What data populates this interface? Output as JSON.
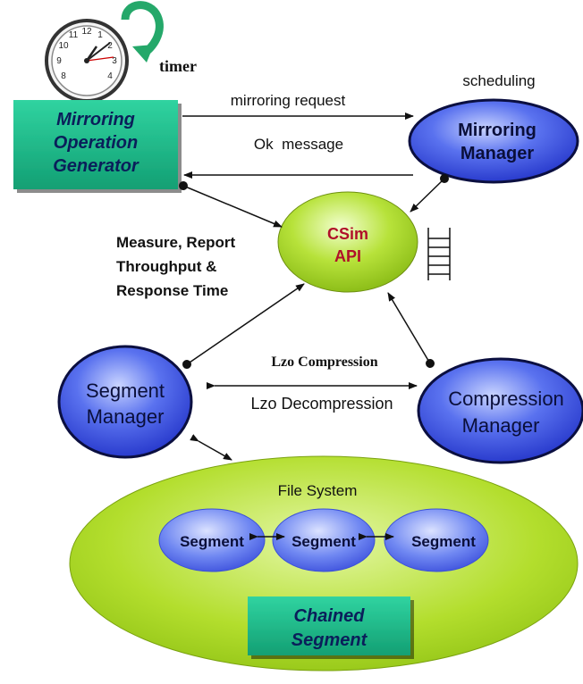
{
  "labels": {
    "timer": "timer",
    "scheduling": "scheduling",
    "mirroring_request": "mirroring request",
    "ok_message": "Ok  message",
    "measure_line1": "Measure, Report",
    "measure_line2": "Throughput &",
    "measure_line3": "Response Time",
    "lzo_compression": "Lzo Compression",
    "lzo_decompression": "Lzo Decompression"
  },
  "nodes": {
    "mog": {
      "line1": "Mirroring",
      "line2": "Operation",
      "line3": "Generator"
    },
    "mirroring_manager": {
      "line1": "Mirroring",
      "line2": "Manager"
    },
    "csim": {
      "line1": "CSim",
      "line2": "API"
    },
    "segment_manager": {
      "line1": "Segment",
      "line2": "Manager"
    },
    "compression_manager": {
      "line1": "Compression",
      "line2": "Manager"
    },
    "file_system": {
      "title": "File System"
    },
    "segments": [
      "Segment",
      "Segment",
      "Segment"
    ],
    "chained_segment": {
      "line1": "Chained",
      "line2": "Segment"
    }
  },
  "icons": {
    "clock": "clock-icon",
    "timer_arrow": "circular-arrow-icon",
    "queue": "queue-icon"
  },
  "colors": {
    "teal_box": "#1fbf8f",
    "blue_ellipse": "#3a55e6",
    "green_ellipse": "#a6d81e",
    "csim_text": "#b0102a",
    "timer_arrow": "#25a86a"
  }
}
